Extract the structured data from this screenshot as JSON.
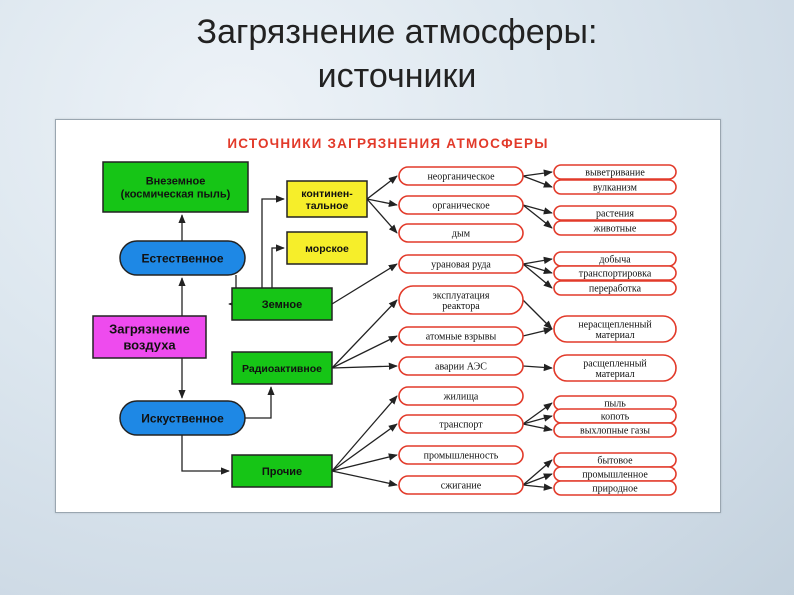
{
  "slide": {
    "title_line1": "Загрязнение атмосферы:",
    "title_line2": "источники"
  },
  "diagram": {
    "heading": "ИСТОЧНИКИ ЗАГРЯЗНЕНИЯ АТМОСФЕРЫ",
    "colors": {
      "green": "#16c516",
      "blue": "#1e88e5",
      "yellow": "#f6ee2a",
      "magenta": "#ee4bee",
      "pill_border": "#e23a2a"
    },
    "root": [
      "Загрязнение",
      "воздуха"
    ],
    "natural": "Естественное",
    "artificial": "Искуственное",
    "extraterrestrial": [
      "Внеземное",
      "(космическая пыль)"
    ],
    "terrestrial": "Земное",
    "continental": [
      "континен-",
      "тальное"
    ],
    "marine": "морское",
    "radioactive": "Радиоактивное",
    "other": "Прочие",
    "mid_items": [
      [
        "неорганическое"
      ],
      [
        "органическое"
      ],
      [
        "дым"
      ],
      [
        "урановая руда"
      ],
      [
        "эксплуатация",
        "реактора"
      ],
      [
        "атомные взрывы"
      ],
      [
        "аварии АЭС"
      ],
      [
        "жилища"
      ],
      [
        "транспорт"
      ],
      [
        "промышленность"
      ],
      [
        "сжигание"
      ]
    ],
    "right_items": [
      [
        "выветривание"
      ],
      [
        "вулканизм"
      ],
      [
        "растения"
      ],
      [
        "животные"
      ],
      [
        "добыча"
      ],
      [
        "транспортировка"
      ],
      [
        "переработка"
      ],
      [
        "нерасщепленный",
        "материал"
      ],
      [
        "расщепленный",
        "материал"
      ],
      [
        "пыль"
      ],
      [
        "копоть"
      ],
      [
        "выхлопные газы"
      ],
      [
        "бытовое"
      ],
      [
        "промышленное"
      ],
      [
        "природное"
      ]
    ]
  }
}
